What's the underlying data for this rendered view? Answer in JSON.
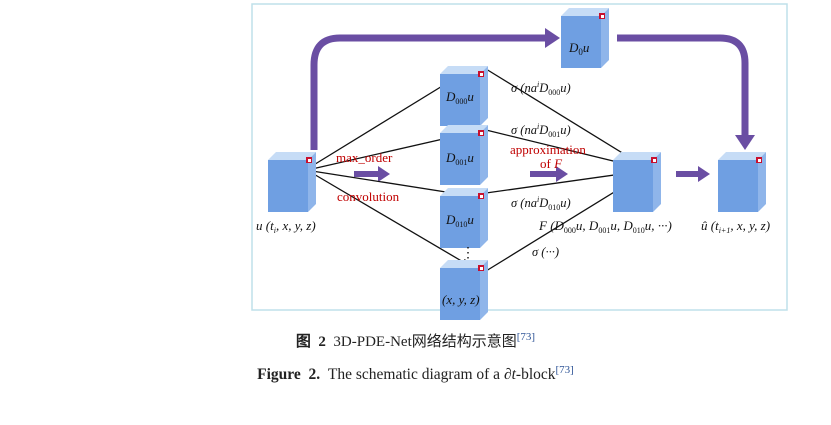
{
  "diagram": {
    "nodes": {
      "input": {
        "caption": "u (t",
        "caption_sub": "i",
        "caption_rest": ", x, y, z)"
      },
      "d0": {
        "label": "D",
        "label_sub": "0",
        "label_var": "u"
      },
      "d000": {
        "label": "D",
        "label_sub": "000",
        "label_var": "u"
      },
      "d001": {
        "label": "D",
        "label_sub": "001",
        "label_var": "u"
      },
      "d010": {
        "label": "D",
        "label_sub": "010",
        "label_var": "u"
      },
      "coords": {
        "label": "(x, y, z)"
      },
      "dots": {
        "label": "⋮"
      },
      "approx": {
        "caption_pre": "F (D",
        "s1": "000",
        "t1": "u, D",
        "s2": "001",
        "t2": "u, D",
        "s3": "010",
        "t3": "u, ···)"
      },
      "output": {
        "caption_pre": "û (t",
        "caption_sub": "i+1",
        "caption_rest": ", x, y, z)"
      }
    },
    "edge_labels": {
      "s000": {
        "pre": "σ (na",
        "sup": "i",
        "mid": "D",
        "sub": "000",
        "post": "u)"
      },
      "s001": {
        "pre": "σ (na",
        "sup": "i",
        "mid": "D",
        "sub": "001",
        "post": "u)"
      },
      "s010": {
        "pre": "σ (na",
        "sup": "i",
        "mid": "D",
        "sub": "010",
        "post": "u)"
      },
      "sdots": {
        "text": "σ (···)"
      }
    },
    "operations": {
      "max_order": "max_order",
      "convolution": "convolution",
      "approx_line1": "approximation",
      "approx_line2_pre": "of ",
      "approx_line2_var": "F"
    },
    "colors": {
      "cube_front": "#6f9fe2",
      "cube_top": "#c6dcf6",
      "cube_side": "#8fb5ea",
      "corner_marker": "#c8102e",
      "flow_arrow": "#6a4ea3",
      "operation_text": "#c00000",
      "frame": "#bfe0ea"
    }
  },
  "caption": {
    "cn_label": "图",
    "cn_num": "2",
    "cn_text": "3D-PDE-Net网络结构示意图",
    "cn_ref": "[73]",
    "en_label": "Figure",
    "en_num": "2.",
    "en_pre": "The schematic diagram of a ",
    "en_var": "∂t",
    "en_post": "-block",
    "en_ref": "[73]"
  }
}
